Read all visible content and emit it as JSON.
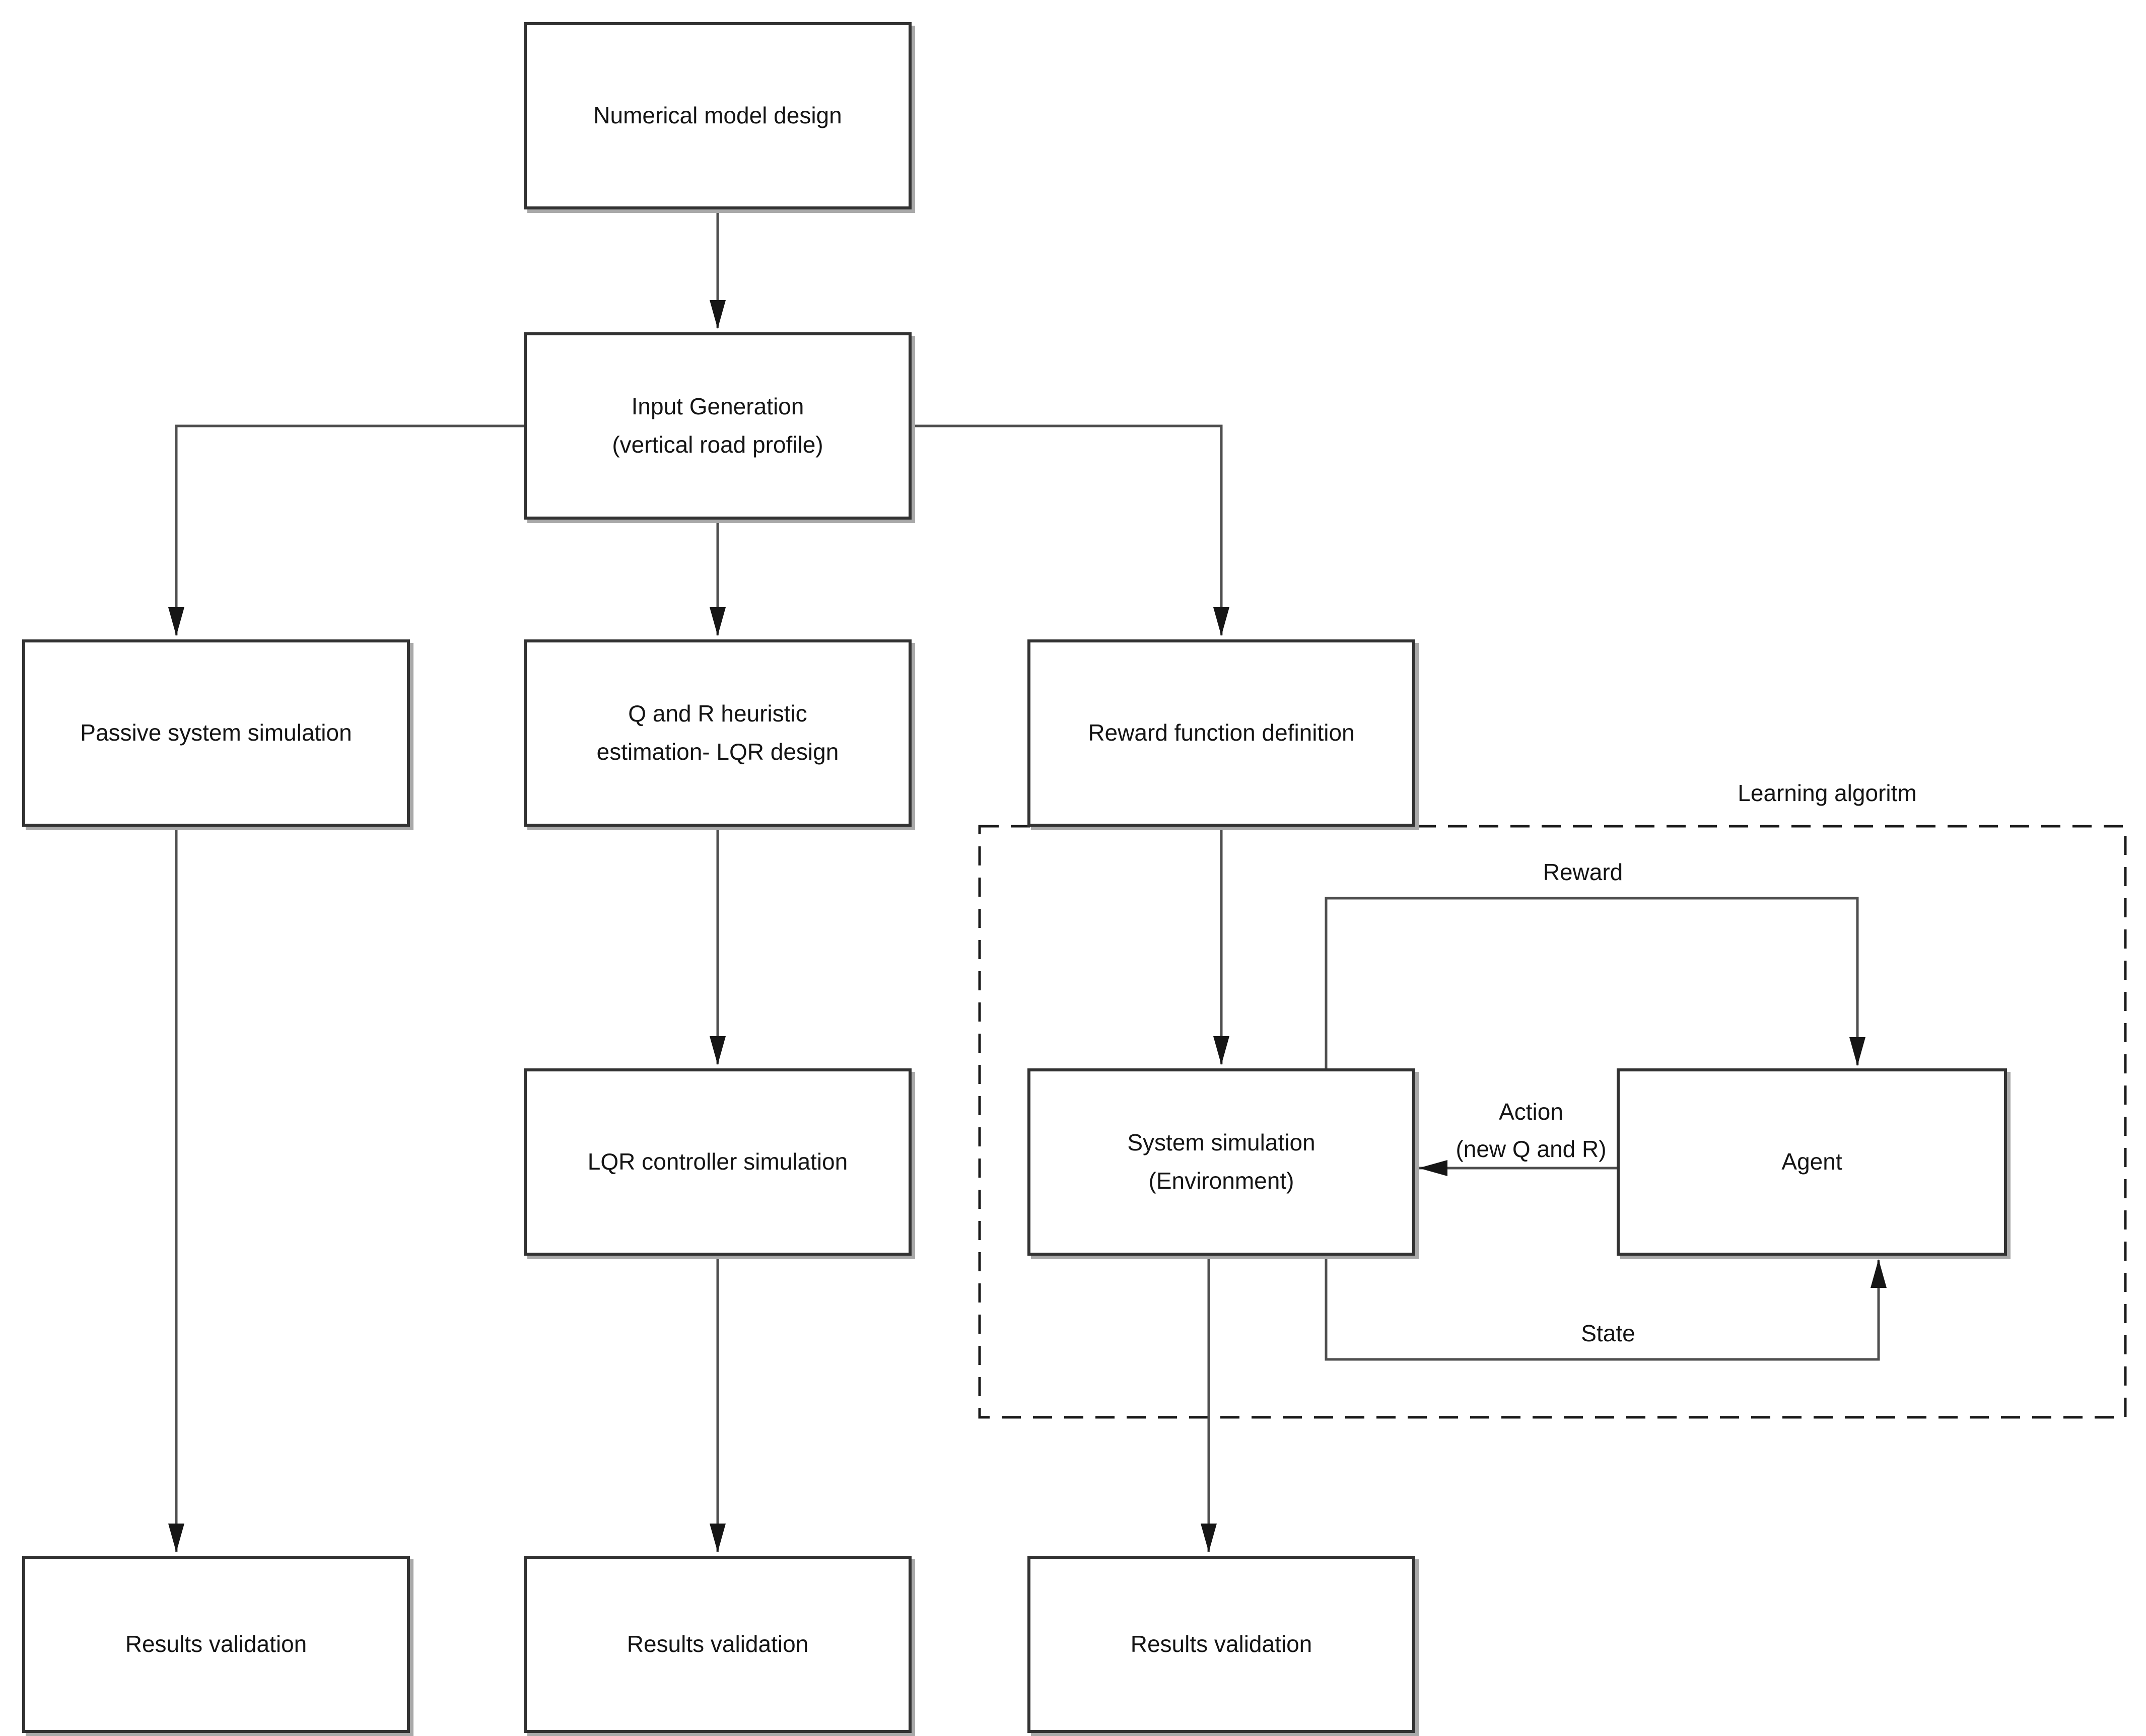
{
  "diagram_type": "flowchart",
  "nodes": {
    "numerical": {
      "lines": [
        "Numerical model design"
      ]
    },
    "input_gen": {
      "lines": [
        "Input Generation",
        "(vertical road profile)"
      ]
    },
    "passive": {
      "lines": [
        "Passive system simulation"
      ]
    },
    "qr_heuristic": {
      "lines": [
        "Q and R heuristic",
        "estimation- LQR design"
      ]
    },
    "reward_def": {
      "lines": [
        "Reward function definition"
      ]
    },
    "lqr_sim": {
      "lines": [
        "LQR controller simulation"
      ]
    },
    "sys_sim": {
      "lines": [
        "System simulation",
        "(Environment)"
      ]
    },
    "agent": {
      "lines": [
        "Agent"
      ]
    },
    "results_left": {
      "lines": [
        "Results validation"
      ]
    },
    "results_mid": {
      "lines": [
        "Results validation"
      ]
    },
    "results_right": {
      "lines": [
        "Results validation"
      ]
    }
  },
  "labels": {
    "region": "Learning algoritm",
    "reward": "Reward",
    "action": [
      "Action",
      "(new Q and R)"
    ],
    "state": "State"
  },
  "colors": {
    "connector": "#4f4f4f",
    "box_border": "#323232",
    "dashed_border": "#1a1a1a",
    "arrowhead": "#161616",
    "text": "#141414",
    "background": "#ffffff"
  }
}
